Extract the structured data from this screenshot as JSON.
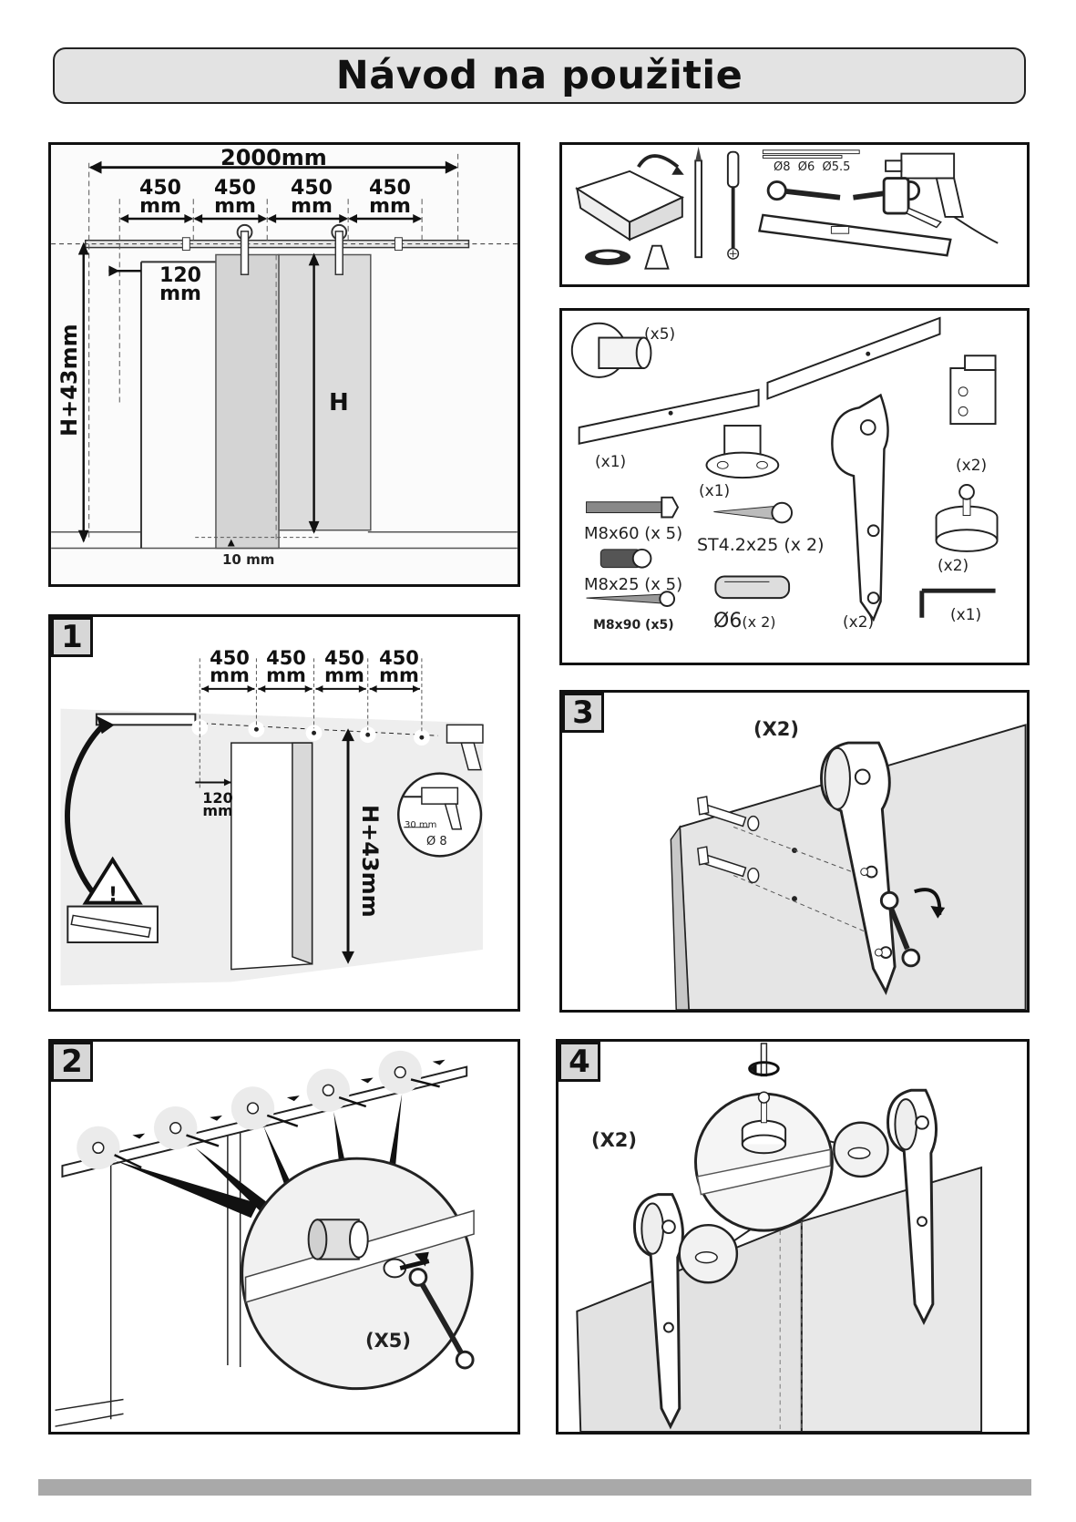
{
  "title": "Návod na použitie",
  "dimension_panel": {
    "total_width": "2000mm",
    "segments": [
      {
        "num": "450",
        "unit": "mm"
      },
      {
        "num": "450",
        "unit": "mm"
      },
      {
        "num": "450",
        "unit": "mm"
      },
      {
        "num": "450",
        "unit": "mm"
      }
    ],
    "offset": {
      "num": "120",
      "unit": "mm"
    },
    "height_total": "H+43mm",
    "height_door": "H",
    "floor_gap": "10 mm"
  },
  "tools_panel": {
    "drill_bits": "Ø8  Ø6  Ø5.5"
  },
  "parts_panel": {
    "items": [
      {
        "qty": "(x5)"
      },
      {
        "qty": "(x1)"
      },
      {
        "qty": "(x1)"
      },
      {
        "qty": "(x2)"
      },
      {
        "qty": "(x2)"
      },
      {
        "qty": "(x2)"
      },
      {
        "qty": "(x1)"
      }
    ],
    "bolt_m8x60": "M8x60 (x 5)",
    "bolt_m8x25": "M8x25 (x 5)",
    "screw_m8x90": "M8x90 (x5)",
    "screw_st": "ST4.2x25 (x 2)",
    "anchor": "Ø6",
    "anchor_qty": "(x 2)"
  },
  "step1": {
    "number": "1",
    "segments": [
      {
        "num": "450",
        "unit": "mm"
      },
      {
        "num": "450",
        "unit": "mm"
      },
      {
        "num": "450",
        "unit": "mm"
      },
      {
        "num": "450",
        "unit": "mm"
      }
    ],
    "offset": {
      "num": "120",
      "unit": "mm"
    },
    "height": "H+43mm",
    "drill_depth": "30 mm",
    "drill_bit": "Ø 8",
    "warning_symbol": "!"
  },
  "step2": {
    "number": "2",
    "multiplier": "(X5)"
  },
  "step3": {
    "number": "3",
    "multiplier": "(X2)"
  },
  "step4": {
    "number": "4",
    "multiplier": "(X2)"
  },
  "colors": {
    "wall_gray": "#e8e8e8",
    "door_gray": "#d2d2d2",
    "title_gray": "#e3e3e3",
    "footer_gray": "#a9a9a9"
  }
}
